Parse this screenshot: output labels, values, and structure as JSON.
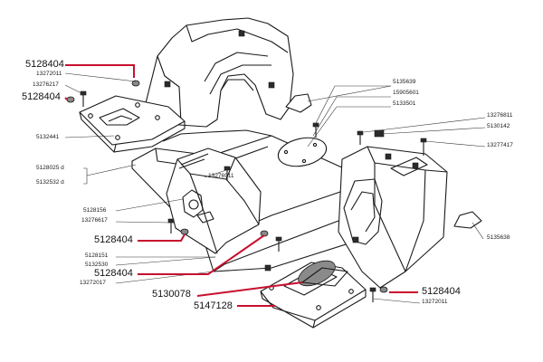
{
  "colors": {
    "line": "#1a1a1a",
    "highlight": "#c8102e",
    "background": "#ffffff"
  },
  "labels": {
    "top_big": "5128404",
    "top_13272011": "13272011",
    "top_13276217": "13276217",
    "left_big": "5128404",
    "part_5132441": "5132441",
    "part_5128025": "5128025",
    "part_5128025_suffix": "d",
    "part_5132532": "5132532",
    "part_5132532_suffix": "d",
    "part_13276911": "13276911",
    "part_5128156": "5128156",
    "part_13276617": "13276617",
    "mid_big": "5128404",
    "part_5128151": "5128151",
    "part_5132530": "5132530",
    "low_big": "5128404",
    "part_13272017": "13272017",
    "big_5130078": "5130078",
    "big_5147128": "5147128",
    "part_5135639": "5135639",
    "part_15905601": "15905601",
    "part_5133501": "5133501",
    "part_13276811": "13276811",
    "part_5130142": "5130142",
    "part_13277417": "13277417",
    "part_5135638": "5135638",
    "right_big": "5128404",
    "right_13272011": "13272011"
  }
}
